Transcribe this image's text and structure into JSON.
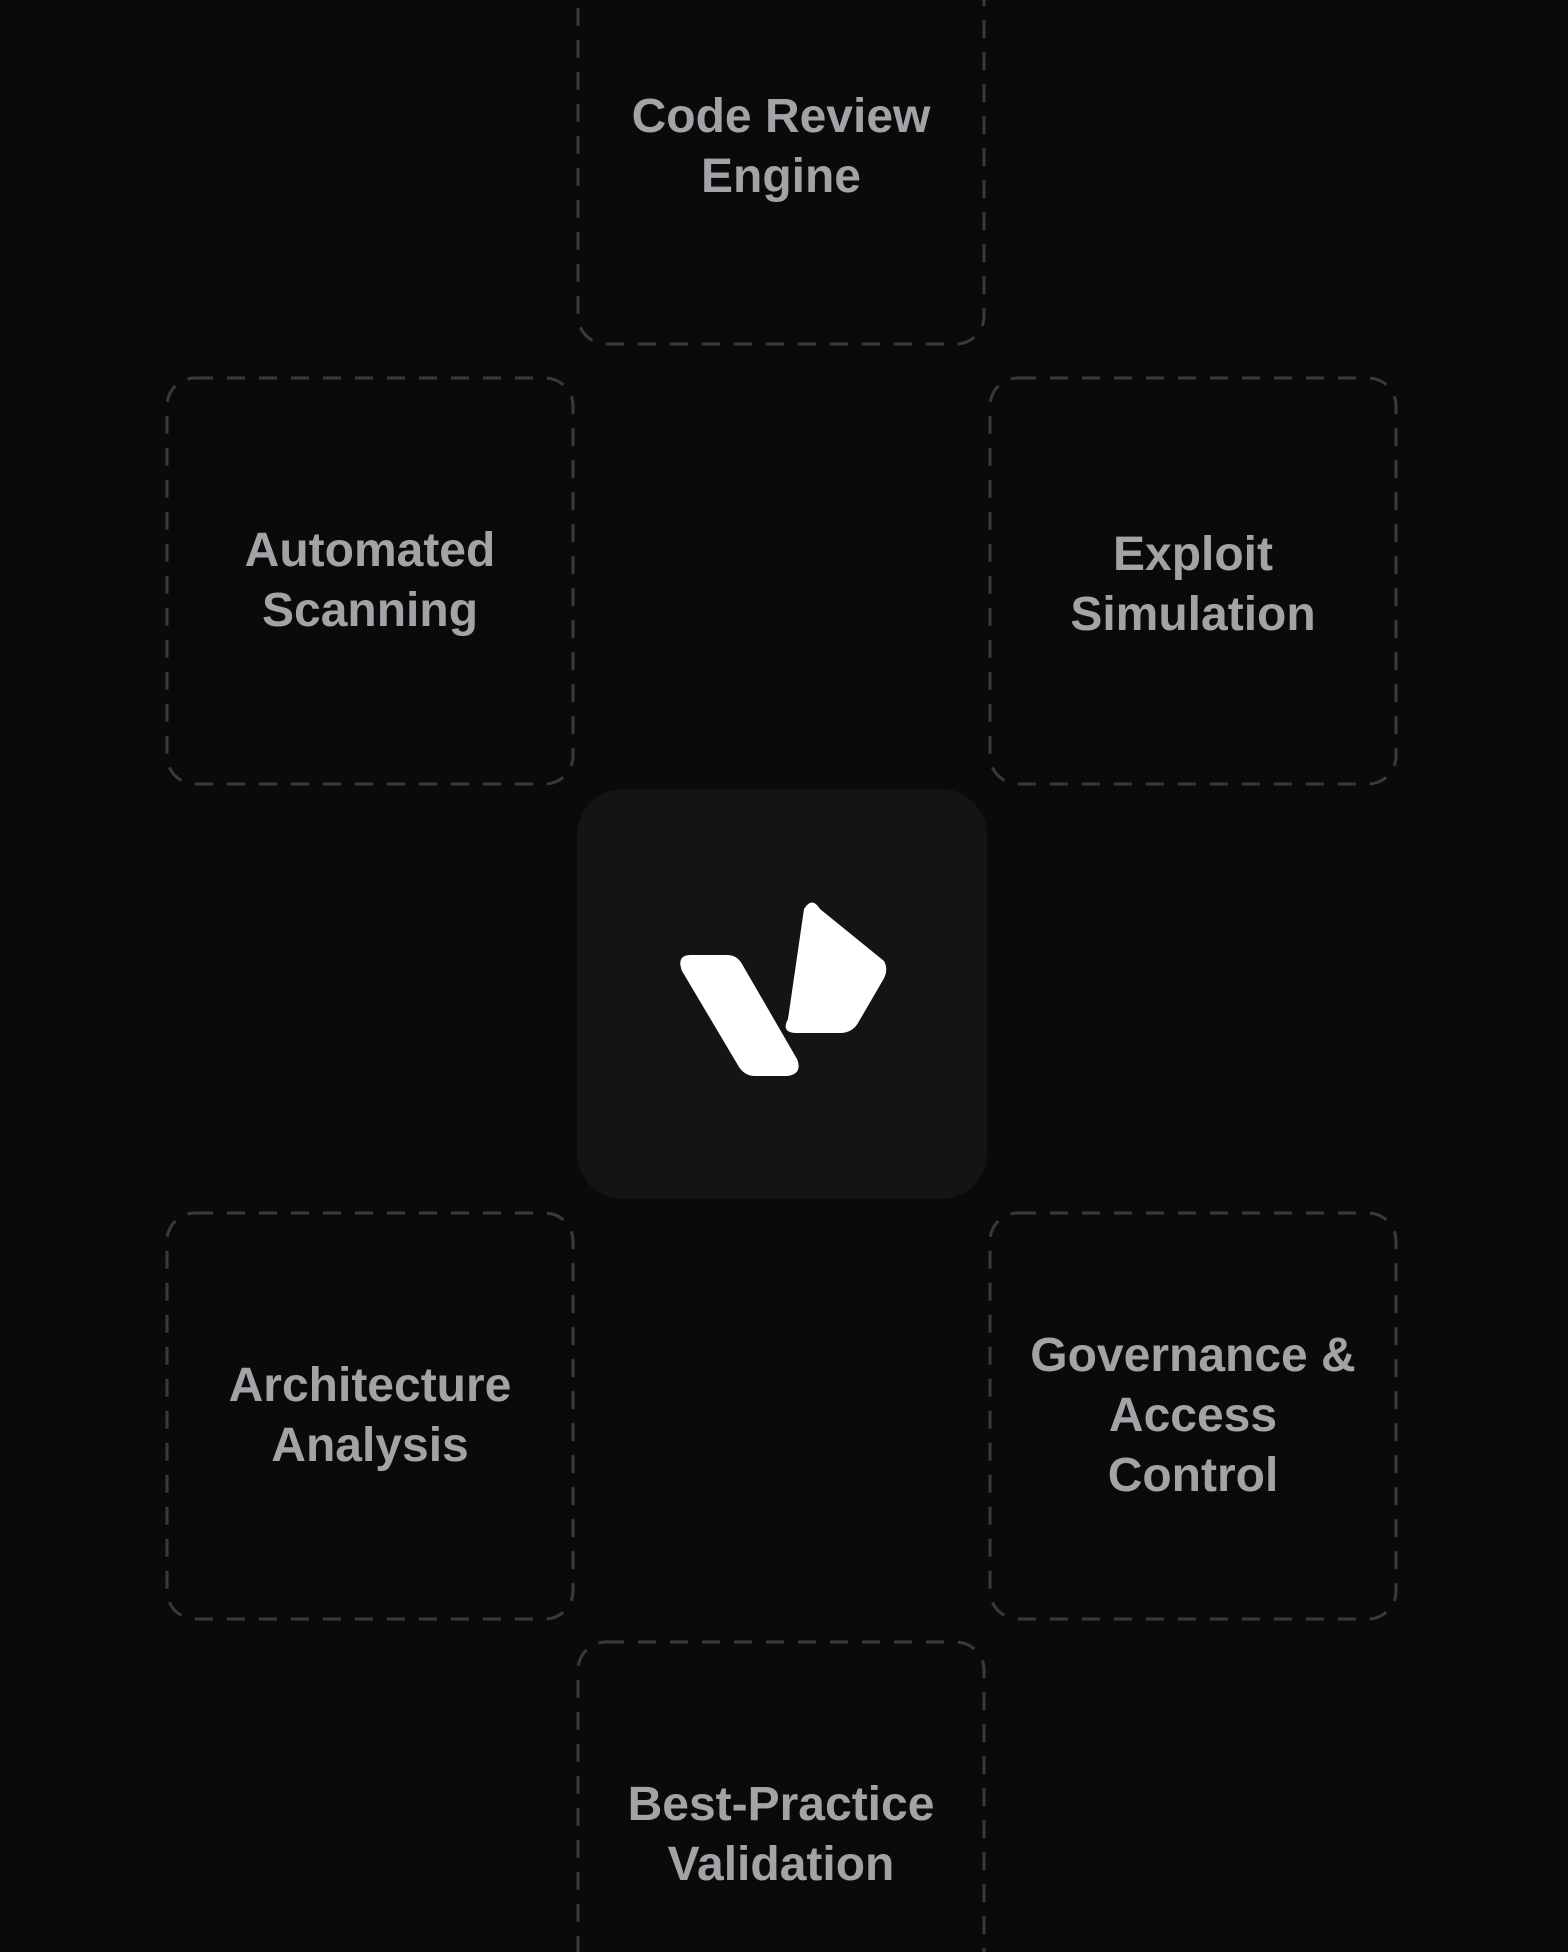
{
  "diagram": {
    "center_logo": "checkmark-logo-icon",
    "colors": {
      "background": "#0a0a0a",
      "center_tile": "#141414",
      "card_border": "#3a3a3c",
      "label_text": "#a3a3a7",
      "logo": "#ffffff"
    },
    "cards": {
      "top": {
        "label": "Code Review Engine",
        "lines": [
          "Code Review",
          "Engine"
        ]
      },
      "upper_left": {
        "label": "Automated Scanning",
        "lines": [
          "Automated",
          "Scanning"
        ]
      },
      "upper_right": {
        "label": "Exploit Simulation",
        "lines": [
          "Exploit",
          "Simulation"
        ]
      },
      "lower_left": {
        "label": "Architecture Analysis",
        "lines": [
          "Architecture",
          "Analysis"
        ]
      },
      "lower_right": {
        "label": "Governance & Access Control",
        "lines": [
          "Governance &",
          "Access",
          "Control"
        ]
      },
      "bottom": {
        "label": "Best-Practice Validation",
        "lines": [
          "Best-Practice",
          "Validation"
        ]
      }
    }
  }
}
